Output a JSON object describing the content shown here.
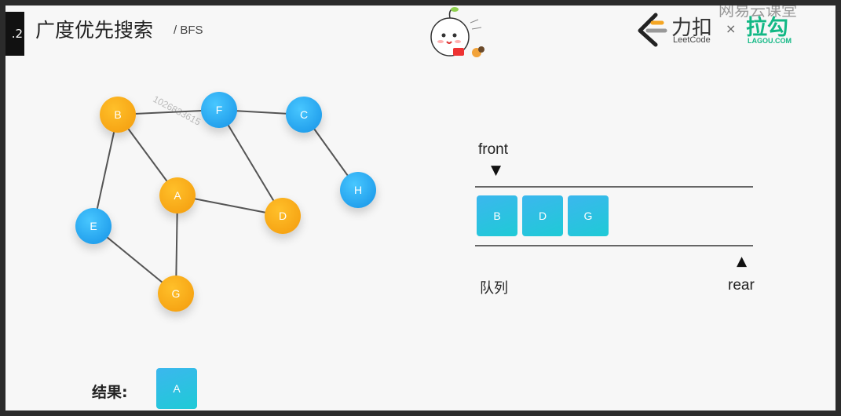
{
  "header": {
    "section_number": ".2",
    "title": "广度优先搜索",
    "subtitle": "/ BFS"
  },
  "brands": {
    "leetcode_cn": "力扣",
    "leetcode_en": "LeetCode",
    "times": "×",
    "lagou_cn": "拉勾",
    "lagou_en": "LAGOU.COM",
    "partial_top_text": "网易云课堂"
  },
  "watermark": "1026833615",
  "graph": {
    "nodes": [
      {
        "id": "B",
        "label": "B",
        "color": "orange"
      },
      {
        "id": "F",
        "label": "F",
        "color": "blue"
      },
      {
        "id": "C",
        "label": "C",
        "color": "blue"
      },
      {
        "id": "H",
        "label": "H",
        "color": "blue"
      },
      {
        "id": "A",
        "label": "A",
        "color": "orange"
      },
      {
        "id": "D",
        "label": "D",
        "color": "orange"
      },
      {
        "id": "E",
        "label": "E",
        "color": "blue"
      },
      {
        "id": "G",
        "label": "G",
        "color": "orange"
      }
    ],
    "edges": [
      [
        "B",
        "F"
      ],
      [
        "F",
        "C"
      ],
      [
        "C",
        "H"
      ],
      [
        "B",
        "A"
      ],
      [
        "B",
        "E"
      ],
      [
        "F",
        "D"
      ],
      [
        "A",
        "D"
      ],
      [
        "A",
        "G"
      ],
      [
        "E",
        "G"
      ]
    ],
    "colors": {
      "orange": "#f7a51b",
      "blue": "#2aa9f2"
    }
  },
  "queue": {
    "front_label": "front",
    "rear_label": "rear",
    "name": "队列",
    "items": [
      "B",
      "D",
      "G"
    ]
  },
  "result": {
    "label": "结果:",
    "items": [
      "A"
    ]
  }
}
